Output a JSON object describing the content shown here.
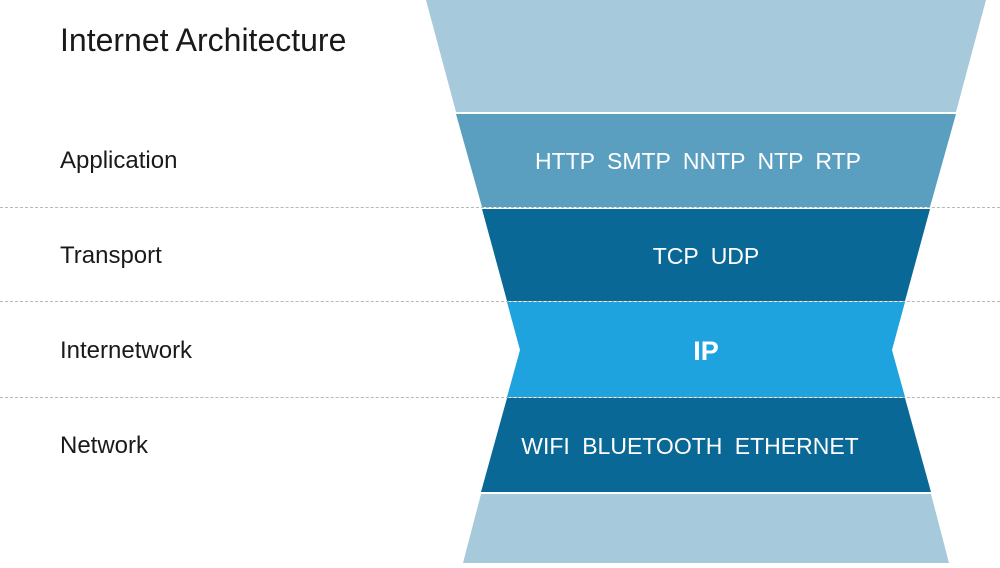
{
  "title": "Internet Architecture",
  "layers": [
    {
      "label": "Application",
      "protocols": "HTTP  SMTP  NNTP  NTP  RTP",
      "color": "#5b9fc0"
    },
    {
      "label": "Transport",
      "protocols": "TCP  UDP",
      "color": "#0a6896"
    },
    {
      "label": "Internetwork",
      "protocols": "IP",
      "color": "#1ea3de"
    },
    {
      "label": "Network",
      "protocols": "WIFI  BLUETOOTH  ETHERNET",
      "color": "#0a6896"
    }
  ],
  "funnel_cap_color": "#a6c9dc",
  "divider_color": "#b8b8b8"
}
